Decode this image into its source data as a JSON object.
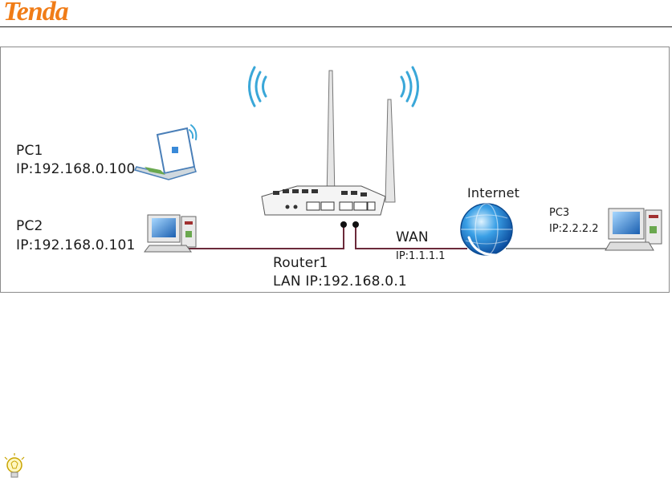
{
  "header": {
    "logo_text": "Tenda",
    "logo_color": "#f07c17"
  },
  "diagram": {
    "pc1": {
      "name": "PC1",
      "ip": "IP:192.168.0.100"
    },
    "pc2": {
      "name": "PC2",
      "ip": "IP:192.168.0.101"
    },
    "pc3": {
      "name": "PC3",
      "ip": "IP:2.2.2.2"
    },
    "router": {
      "name": "Router1",
      "lan_ip": "LAN IP:192.168.0.1"
    },
    "wan": {
      "name": "WAN",
      "ip": "IP:1.1.1.1"
    },
    "internet": {
      "label": "Internet"
    },
    "colors": {
      "cable": "#6b2a3a",
      "wifi": "#3aa7d8",
      "globe": "#1f7fd1"
    }
  },
  "icons": [
    "laptop-icon",
    "desktop-pc-icon",
    "router-icon",
    "globe-icon",
    "wifi-signal-icon",
    "lightbulb-icon"
  ]
}
